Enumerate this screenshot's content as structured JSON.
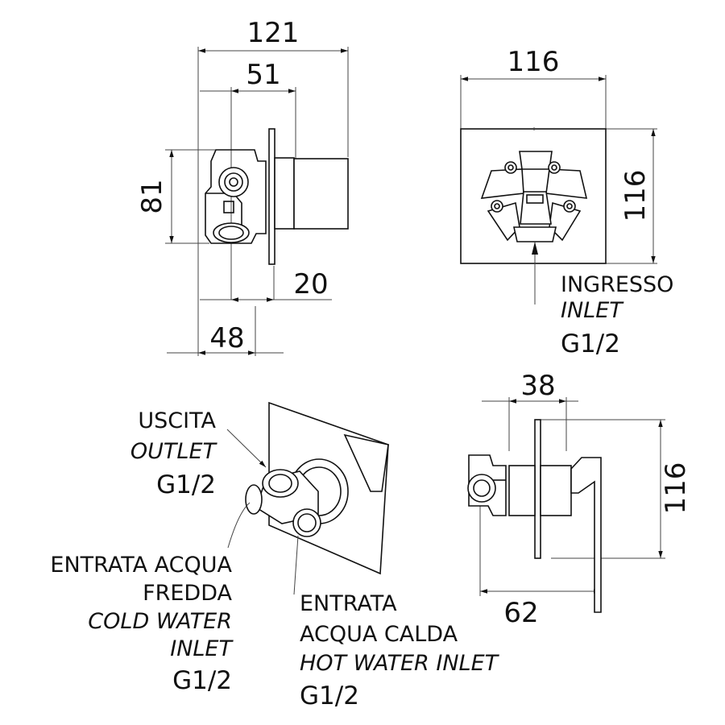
{
  "dimensions": {
    "side_width": "121",
    "side_inner": "51",
    "side_height": "81",
    "side_plate": "20",
    "side_depth": "48",
    "front_width": "116",
    "front_height": "116",
    "lower_top": "38",
    "lower_height": "116",
    "lower_bottom": "62"
  },
  "labels": {
    "inlet_it": "INGRESSO",
    "inlet_en": "INLET",
    "inlet_size": "G1/2",
    "outlet_it": "USCITA",
    "outlet_en": "OUTLET",
    "outlet_size": "G1/2",
    "cold_it_1": "ENTRATA ACQUA",
    "cold_it_2": "FREDDA",
    "cold_en_1": "COLD WATER",
    "cold_en_2": "INLET",
    "cold_size": "G1/2",
    "hot_it_1": "ENTRATA",
    "hot_it_2": "ACQUA CALDA",
    "hot_en": "HOT WATER INLET",
    "hot_size": "G1/2"
  }
}
